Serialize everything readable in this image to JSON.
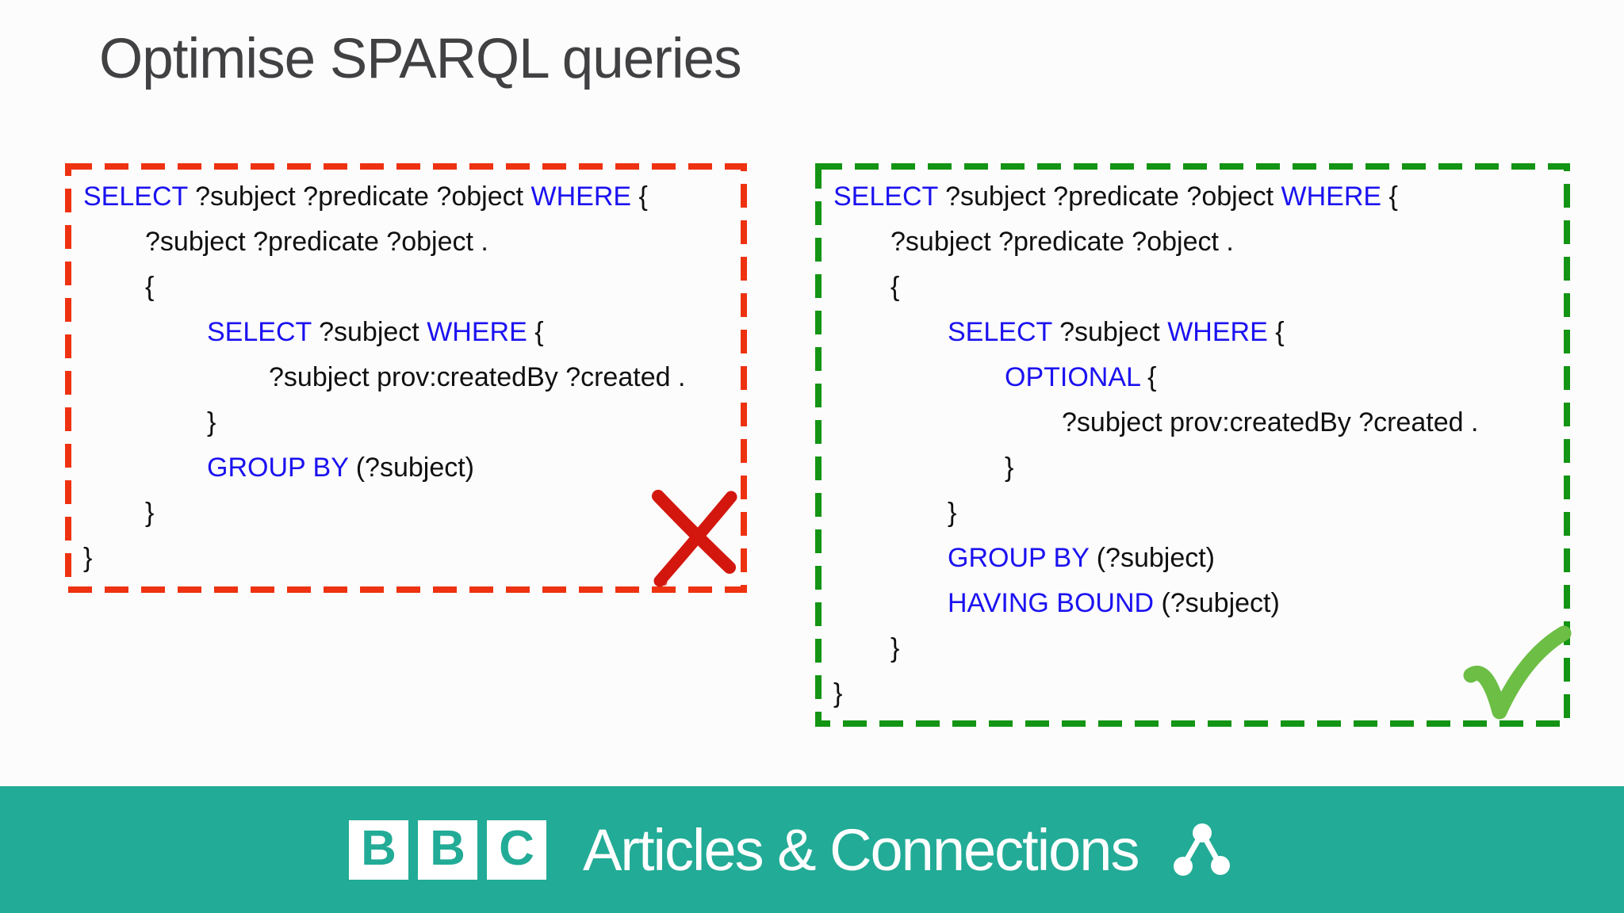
{
  "slide": {
    "title": "Optimise SPARQL queries"
  },
  "colors": {
    "title_color": "#414042",
    "code_black": "#101010",
    "keyword_blue": "#1b12f0",
    "bad_border_red": "#ee3211",
    "x_mark_red": "#d3170e",
    "good_border_green": "#149414",
    "check_green": "#6cbe45",
    "banner_teal": "#22ab96",
    "banner_text": "#ffffff"
  },
  "bad_query_panel": {
    "verdict": "incorrect",
    "verdict_icon": "x-mark-icon",
    "lines": [
      {
        "indent": 0,
        "segments": [
          {
            "text": "SELECT",
            "kw": true
          },
          {
            "text": " ?subject ?predicate ?object ",
            "kw": false
          },
          {
            "text": "WHERE",
            "kw": true
          },
          {
            "text": " {",
            "kw": false
          }
        ]
      },
      {
        "indent": 1,
        "segments": [
          {
            "text": "?subject ?predicate ?object .",
            "kw": false
          }
        ]
      },
      {
        "indent": 1,
        "segments": [
          {
            "text": "{",
            "kw": false
          }
        ]
      },
      {
        "indent": 2,
        "segments": [
          {
            "text": "SELECT",
            "kw": true
          },
          {
            "text": " ?subject ",
            "kw": false
          },
          {
            "text": "WHERE",
            "kw": true
          },
          {
            "text": " {",
            "kw": false
          }
        ]
      },
      {
        "indent": 3,
        "segments": [
          {
            "text": "?subject prov:createdBy ?created .",
            "kw": false
          }
        ]
      },
      {
        "indent": 2,
        "segments": [
          {
            "text": "}",
            "kw": false
          }
        ]
      },
      {
        "indent": 2,
        "segments": [
          {
            "text": "GROUP BY",
            "kw": true
          },
          {
            "text": " (?subject)",
            "kw": false
          }
        ]
      },
      {
        "indent": 1,
        "segments": [
          {
            "text": "}",
            "kw": false
          }
        ]
      },
      {
        "indent": 0,
        "segments": [
          {
            "text": "}",
            "kw": false
          }
        ]
      }
    ]
  },
  "good_query_panel": {
    "verdict": "correct",
    "verdict_icon": "check-mark-icon",
    "lines": [
      {
        "indent": 0,
        "segments": [
          {
            "text": "SELECT",
            "kw": true
          },
          {
            "text": " ?subject ?predicate ?object ",
            "kw": false
          },
          {
            "text": "WHERE",
            "kw": true
          },
          {
            "text": " {",
            "kw": false
          }
        ]
      },
      {
        "indent": 1,
        "segments": [
          {
            "text": "?subject ?predicate ?object .",
            "kw": false
          }
        ]
      },
      {
        "indent": 1,
        "segments": [
          {
            "text": "{",
            "kw": false
          }
        ]
      },
      {
        "indent": 2,
        "segments": [
          {
            "text": "SELECT",
            "kw": true
          },
          {
            "text": " ?subject ",
            "kw": false
          },
          {
            "text": "WHERE",
            "kw": true
          },
          {
            "text": " {",
            "kw": false
          }
        ]
      },
      {
        "indent": 3,
        "segments": [
          {
            "text": "OPTIONAL",
            "kw": true
          },
          {
            "text": " {",
            "kw": false
          }
        ]
      },
      {
        "indent": 4,
        "segments": [
          {
            "text": "?subject prov:createdBy ?created .",
            "kw": false
          }
        ]
      },
      {
        "indent": 3,
        "segments": [
          {
            "text": "}",
            "kw": false
          }
        ]
      },
      {
        "indent": 2,
        "segments": [
          {
            "text": "}",
            "kw": false
          }
        ]
      },
      {
        "indent": 2,
        "segments": [
          {
            "text": "GROUP BY",
            "kw": true
          },
          {
            "text": " (?subject)",
            "kw": false
          }
        ]
      },
      {
        "indent": 2,
        "segments": [
          {
            "text": "HAVING BOUND",
            "kw": true
          },
          {
            "text": " (?subject)",
            "kw": false
          }
        ]
      },
      {
        "indent": 1,
        "segments": [
          {
            "text": "}",
            "kw": false
          }
        ]
      },
      {
        "indent": 0,
        "segments": [
          {
            "text": "}",
            "kw": false
          }
        ]
      }
    ]
  },
  "footer": {
    "logo_letters": [
      "B",
      "B",
      "C"
    ],
    "brand_text": "Articles & Connections",
    "icon": "graph-nodes-icon"
  }
}
